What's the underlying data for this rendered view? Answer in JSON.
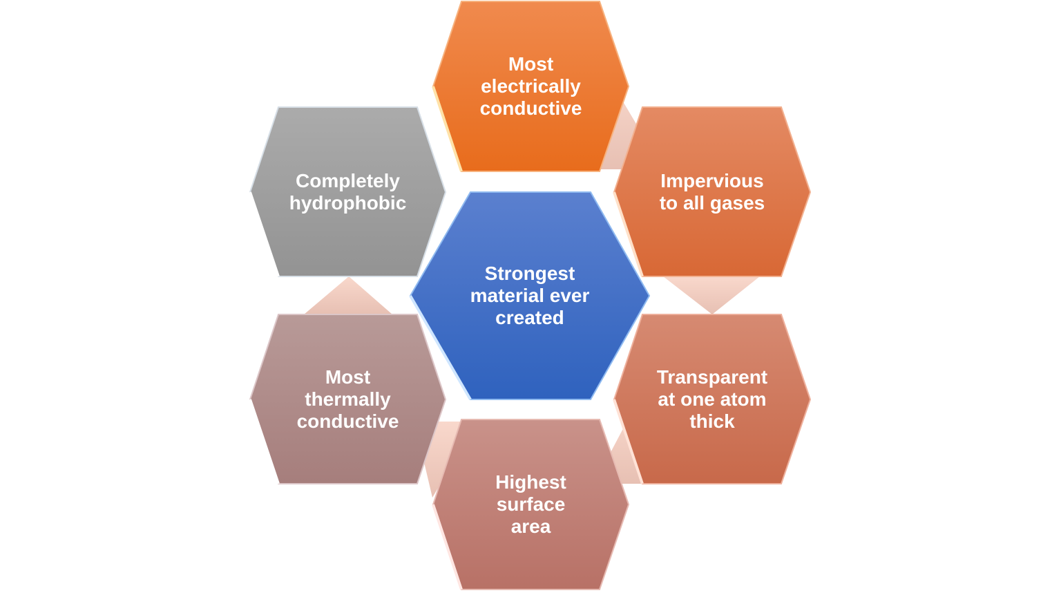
{
  "diagram": {
    "type": "hexagon-cluster",
    "center": {
      "label": "Strongest\nmaterial ever\ncreated",
      "color_top": "#5b80cf",
      "color_bottom": "#2f62be"
    },
    "nodes": [
      {
        "id": "top",
        "label": "Most\nelectrically\nconductive",
        "color_top": "#f08a4e",
        "color_bottom": "#e86c1c"
      },
      {
        "id": "upper-right",
        "label": "Impervious\nto all gases",
        "color_top": "#e48a63",
        "color_bottom": "#d86835"
      },
      {
        "id": "lower-right",
        "label": "Transparent\nat one atom\nthick",
        "color_top": "#d68a72",
        "color_bottom": "#c8694a"
      },
      {
        "id": "bottom",
        "label": "Highest\nsurface\narea",
        "color_top": "#c9928a",
        "color_bottom": "#b87166"
      },
      {
        "id": "lower-left",
        "label": "Most\nthermally\nconductive",
        "color_top": "#b89a98",
        "color_bottom": "#a67e7c"
      },
      {
        "id": "upper-left",
        "label": "Completely\nhydrophobic",
        "color_top": "#ababab",
        "color_bottom": "#939393"
      }
    ],
    "connector_color_top": "#f8d3c6",
    "connector_color_bottom": "#e6c2b6"
  }
}
